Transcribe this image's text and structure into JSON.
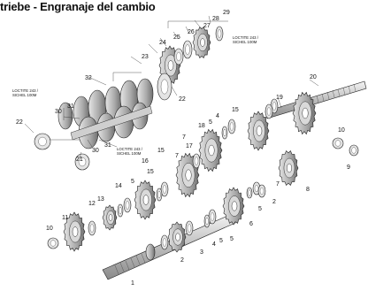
{
  "header": {
    "title": "triebe - Engranaje del cambio"
  },
  "notes": [
    {
      "id": "note-top-right",
      "line1": "LOCTITE 243 /",
      "line2": "SICHEL 100M"
    },
    {
      "id": "note-left",
      "line1": "LOCTITE 243 /",
      "line2": "SICHEL 100M"
    },
    {
      "id": "note-middle",
      "line1": "LOCTITE 243 /",
      "line2": "SICHEL 100M"
    }
  ],
  "callouts": [
    "29",
    "28",
    "27",
    "26",
    "25",
    "24",
    "23",
    "32",
    "22",
    "20",
    "19",
    "15",
    "4",
    "5",
    "18",
    "7",
    "17",
    "15",
    "16",
    "7",
    "15",
    "5",
    "14",
    "13",
    "12",
    "11",
    "10",
    "31",
    "30",
    "22",
    "21",
    "30",
    "31",
    "10",
    "9",
    "8",
    "2",
    "7",
    "5",
    "6",
    "5",
    "4",
    "3",
    "2",
    "1",
    "5"
  ]
}
